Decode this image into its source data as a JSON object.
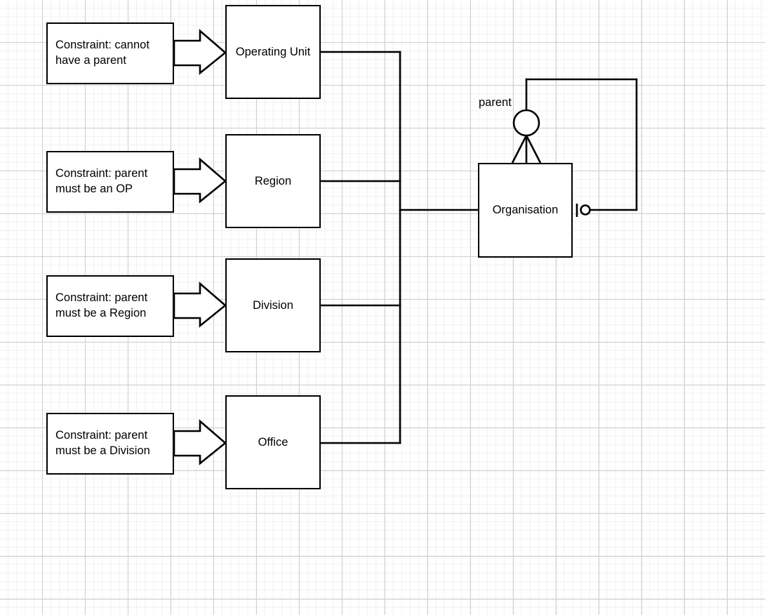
{
  "diagram": {
    "title": "Organisation Hierarchy ER Diagram",
    "notation": "crow's foot",
    "background": "#ffffff",
    "grid_minor_color": "#f0f0f0",
    "grid_major_color": "#cfcfcf",
    "stroke_color": "#000000",
    "fill_color": "#ffffff"
  },
  "entities": [
    {
      "id": "operating_unit",
      "label": "Operating Unit"
    },
    {
      "id": "region",
      "label": "Region"
    },
    {
      "id": "division",
      "label": "Division"
    },
    {
      "id": "office",
      "label": "Office"
    },
    {
      "id": "organisation",
      "label": "Organisation"
    }
  ],
  "notes": [
    {
      "id": "note_operating_unit",
      "text": "Constraint: cannot\nhave a parent",
      "target": "operating_unit"
    },
    {
      "id": "note_region",
      "text": "Constraint: parent\nmust be an OP",
      "target": "region"
    },
    {
      "id": "note_division",
      "text": "Constraint: parent\nmust be a Region",
      "target": "division"
    },
    {
      "id": "note_office",
      "text": "Constraint: parent\nmust be a Division",
      "target": "office"
    }
  ],
  "relationships": {
    "generalisation_trunk": {
      "children": [
        "operating_unit",
        "region",
        "division",
        "office"
      ],
      "parent": "organisation"
    },
    "self_association": {
      "label": "parent",
      "from": "organisation",
      "to": "organisation",
      "source_cardinality": "zero-or-many",
      "target_cardinality": "zero-or-one"
    }
  }
}
